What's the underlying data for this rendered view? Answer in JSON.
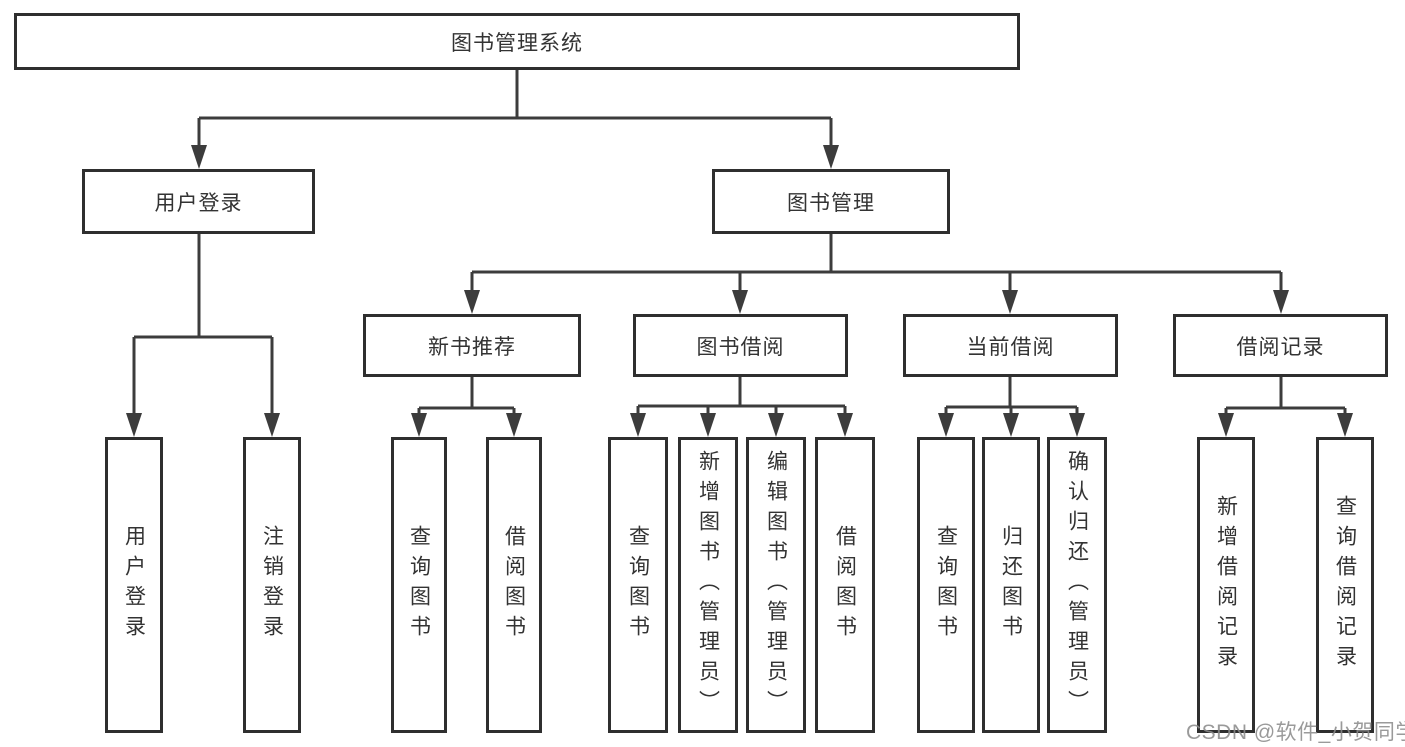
{
  "diagram_title": "图书管理系统",
  "nodes": {
    "root": {
      "label": "图书管理系统"
    },
    "user_login": {
      "label": "用户登录"
    },
    "book_mgmt": {
      "label": "图书管理"
    },
    "login": {
      "label": "用户登录"
    },
    "logout": {
      "label": "注销登录"
    },
    "new_book_rec": {
      "label": "新书推荐"
    },
    "book_borrow": {
      "label": "图书借阅"
    },
    "current_borrow": {
      "label": "当前借阅"
    },
    "borrow_records": {
      "label": "借阅记录"
    },
    "rec_query_book": {
      "label": "查询图书"
    },
    "rec_borrow_book": {
      "label": "借阅图书"
    },
    "bb_query_book": {
      "label": "查询图书"
    },
    "bb_add_book": {
      "label": "新增图书（管理员）"
    },
    "bb_edit_book": {
      "label": "编辑图书（管理员）"
    },
    "bb_borrow_book": {
      "label": "借阅图书"
    },
    "cb_query_book": {
      "label": "查询图书"
    },
    "cb_return_book": {
      "label": "归还图书"
    },
    "cb_confirm_return": {
      "label": "确认归还（管理员）"
    },
    "br_add_record": {
      "label": "新增借阅记录"
    },
    "br_query_record": {
      "label": "查询借阅记录"
    }
  },
  "hierarchy": {
    "图书管理系统": [
      "用户登录",
      "图书管理"
    ],
    "用户登录": [
      "用户登录",
      "注销登录"
    ],
    "图书管理": [
      "新书推荐",
      "图书借阅",
      "当前借阅",
      "借阅记录"
    ],
    "新书推荐": [
      "查询图书",
      "借阅图书"
    ],
    "图书借阅": [
      "查询图书",
      "新增图书（管理员）",
      "编辑图书（管理员）",
      "借阅图书"
    ],
    "当前借阅": [
      "查询图书",
      "归还图书",
      "确认归还（管理员）"
    ],
    "借阅记录": [
      "新增借阅记录",
      "查询借阅记录"
    ]
  },
  "watermark": {
    "text": "CSDN @软件_小贺同学"
  },
  "colors": {
    "line": "#3c3c3c",
    "box_border": "#2f2f2f",
    "box_fill": "#ffffff",
    "text": "#333333",
    "watermark": "#8c8c8c"
  }
}
